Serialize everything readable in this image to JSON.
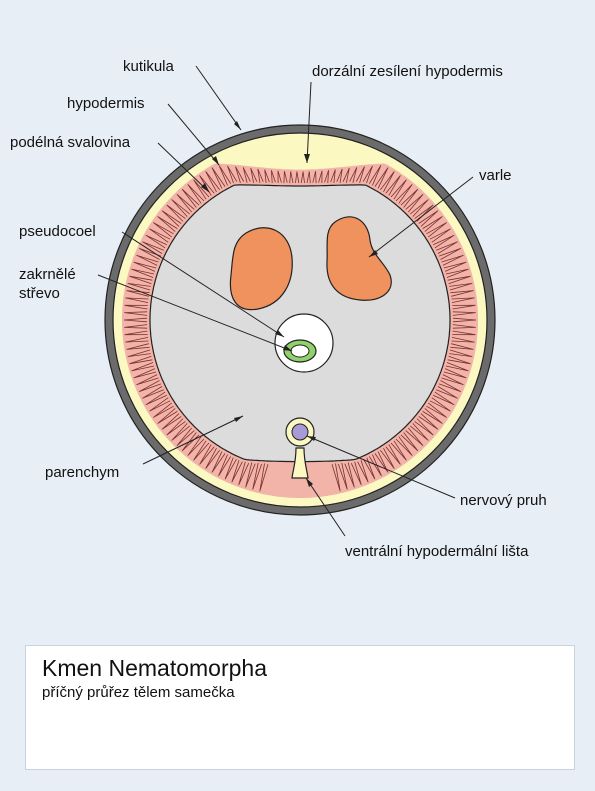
{
  "labels": {
    "kutikula": "kutikula",
    "dorzalni": "dorzální zesílení hypodermis",
    "hypodermis": "hypodermis",
    "svalovina": "podélná svalovina",
    "varle": "varle",
    "pseudocoel": "pseudocoel",
    "strevo_line1": "zakrnělé",
    "strevo_line2": "střevo",
    "parenchym": "parenchym",
    "nervovy_pruh": "nervový pruh",
    "ventralni_lista": "ventrální hypodermální lišta"
  },
  "caption": {
    "title": "Kmen Nematomorpha",
    "subtitle": "příčný průřez tělem samečka"
  },
  "colors": {
    "background": "#e8eef5",
    "cuticle": "#6b6b6b",
    "hypodermis": "#fbf8c2",
    "muscle": "#f2b3a8",
    "parenchyma": "#dcdcdc",
    "testis": "#f0925e",
    "gut_ring": "#8fd16a",
    "nerve_cord": "#a79ad6"
  }
}
